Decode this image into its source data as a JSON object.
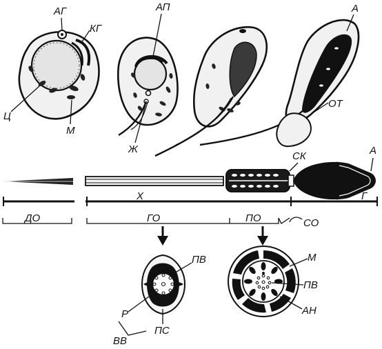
{
  "labels": {
    "ag": "АГ",
    "kg": "КГ",
    "ts": "Ц",
    "m_top": "М",
    "ap": "АП",
    "zh": "Ж",
    "a_top": "А",
    "ot": "ОТ",
    "sk": "СК",
    "a_mid": "А",
    "x": "Х",
    "g": "Г",
    "do": "ДО",
    "go": "ГО",
    "po": "ПО",
    "so": "СО",
    "pv_left": "ПВ",
    "r": "Р",
    "ps": "ПС",
    "vv": "ВВ",
    "m_right": "М",
    "pv_right": "ПВ",
    "an": "АН"
  }
}
